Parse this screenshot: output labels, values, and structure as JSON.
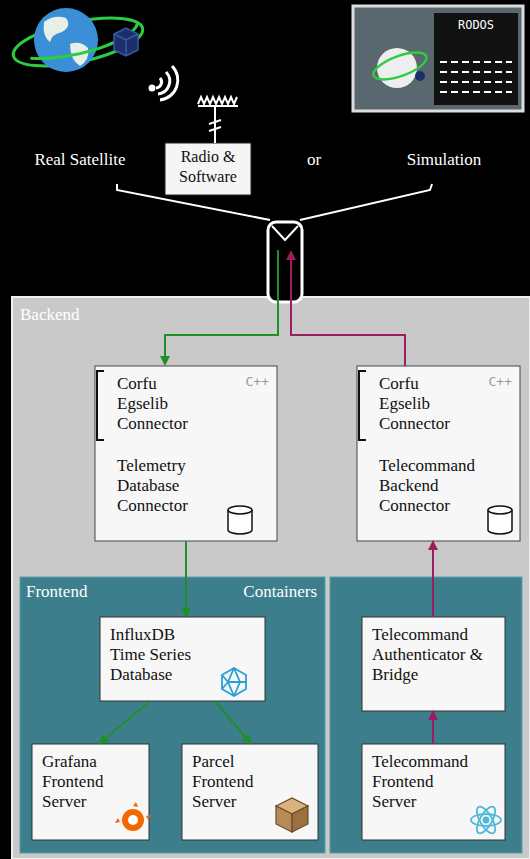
{
  "diagram": {
    "nodes": [
      {
        "text": [
          "Radio & Software"
        ]
      },
      {
        "text": [
          "Backend"
        ]
      },
      {
        "text": [
          "C++",
          "Corfu Egselib Connector",
          "Telemetry Database Connector"
        ],
        "in": 1
      },
      {
        "text": [
          "C++",
          "Corfu Egselib Connector",
          "Telecommand Backend Connector"
        ],
        "in": 1
      },
      {
        "text": [
          "Frontend",
          "Containers"
        ],
        "in": 1
      },
      {
        "text": [
          "InfluxDB Time Series Database"
        ],
        "in": 4
      },
      {
        "text": [
          "Grafana Frontend Server"
        ],
        "in": 4
      },
      {
        "text": [
          "Parcel Frontend Server"
        ],
        "in": 4
      },
      {
        "text": [
          "Telecommand Authenticator & Bridge"
        ],
        "in": 1
      },
      {
        "text": [
          "Telecommand Frontend Server"
        ],
        "in": 1
      }
    ],
    "edges": [
      {
        "from": 2,
        "to": 5,
        "arrow": "to"
      },
      {
        "from": 5,
        "to": 6,
        "arrow": "to"
      },
      {
        "from": 5,
        "to": 7,
        "arrow": "to"
      },
      {
        "from": 9,
        "to": 8,
        "arrow": "to"
      },
      {
        "from": 8,
        "to": 3,
        "arrow": "to"
      }
    ],
    "labels": [
      "Real Satellite",
      "or",
      "Simulation",
      "RODOS"
    ]
  }
}
